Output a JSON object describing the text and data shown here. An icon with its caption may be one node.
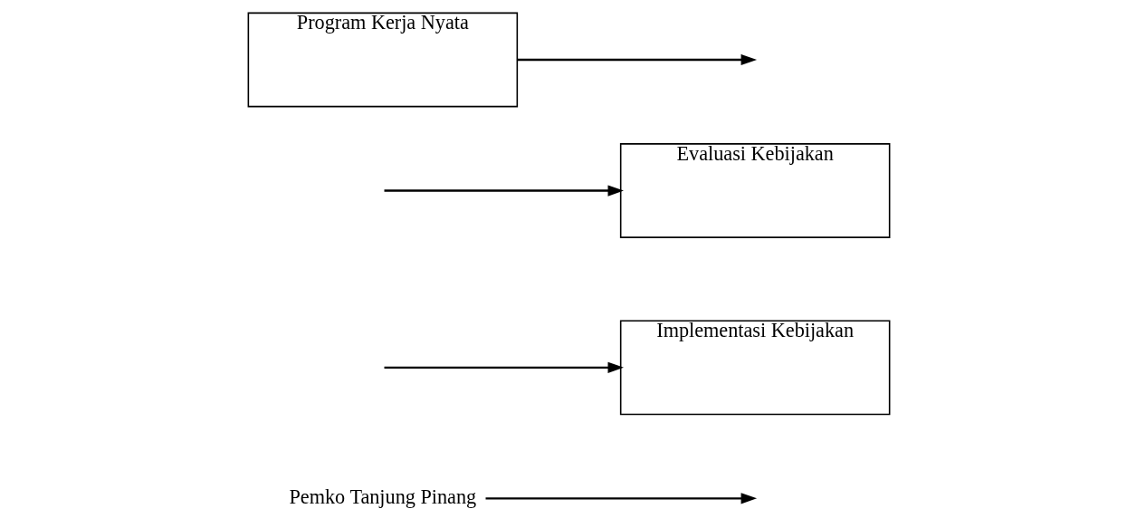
{
  "diagram": {
    "nodes": [
      {
        "text": [
          "Pemko Tanjung Pinang"
        ]
      },
      {
        "text": [
          "Implementasi Kebijakan"
        ]
      },
      {
        "text": [
          "Evaluasi Kebijakan"
        ]
      },
      {
        "text": [
          "Program Kerja Nyata"
        ]
      }
    ],
    "edges": [
      {
        "from": 0,
        "to": null,
        "arrow": "to"
      },
      {
        "from": null,
        "to": 1,
        "arrow": "to"
      },
      {
        "from": null,
        "to": 2,
        "arrow": "to"
      },
      {
        "from": 3,
        "to": null,
        "arrow": "to"
      }
    ]
  }
}
